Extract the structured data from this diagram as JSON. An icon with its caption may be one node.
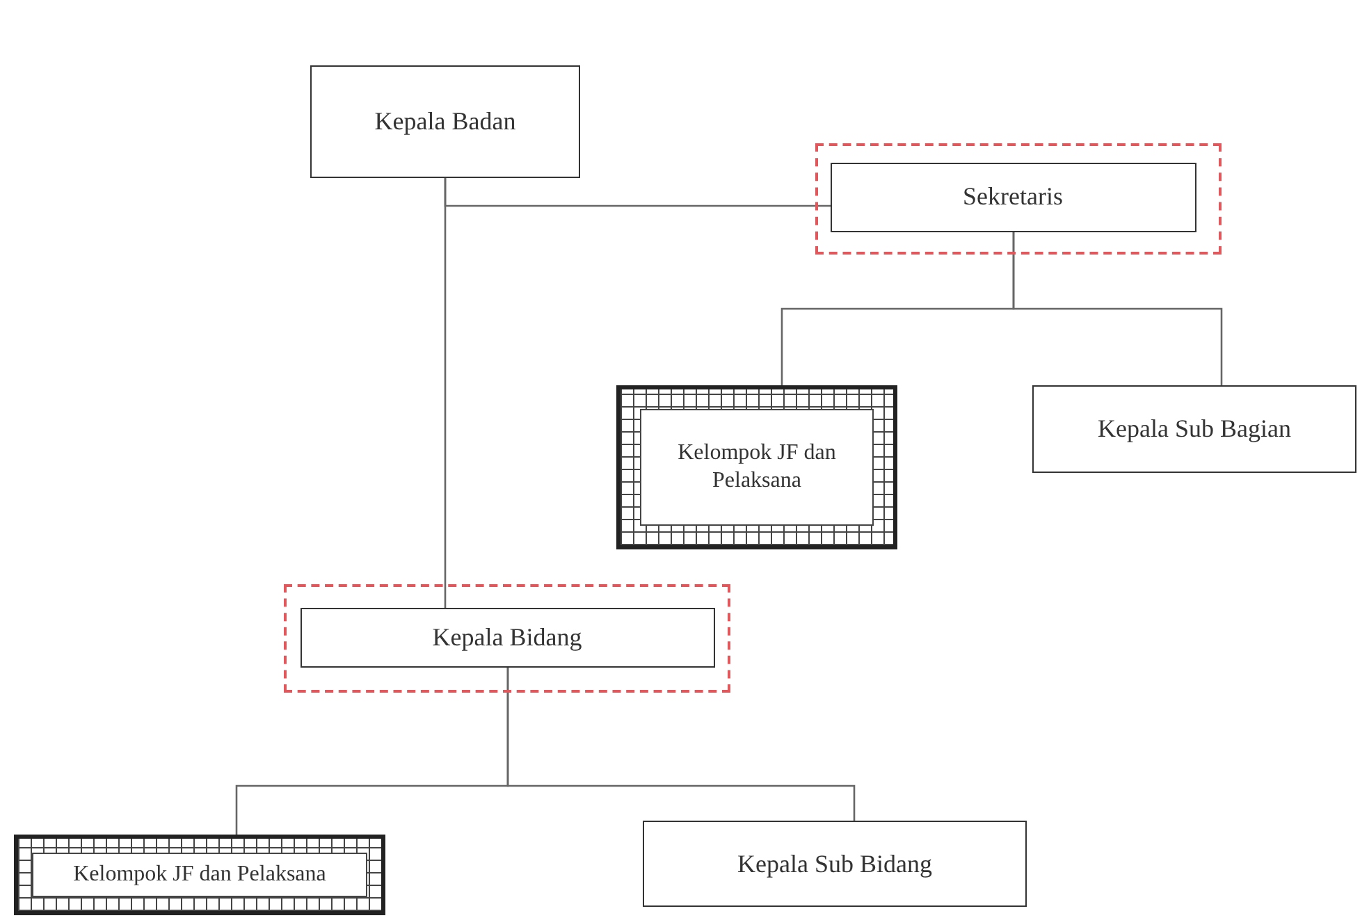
{
  "diagram": {
    "nodes": [
      {
        "text": [
          "Kepala Badan"
        ]
      },
      {
        "text": [],
        "shape": "box"
      },
      {
        "text": [
          "Sekretaris"
        ],
        "in": 1
      },
      {
        "text": [
          "Kelompok JF dan Pelaksana"
        ]
      },
      {
        "text": [
          "Kepala Sub Bagian"
        ]
      },
      {
        "text": [],
        "shape": "box"
      },
      {
        "text": [
          "Kepala Bidang"
        ],
        "in": 5
      },
      {
        "text": [
          "Kelompok JF dan Pelaksana"
        ]
      },
      {
        "text": [
          "Kepala Sub Bidang"
        ]
      }
    ],
    "edges": [
      {
        "from": 0,
        "to": 2,
        "arrow": "none"
      },
      {
        "from": 0,
        "to": 6,
        "arrow": "none"
      },
      {
        "from": 2,
        "to": 3,
        "arrow": "none"
      },
      {
        "from": 2,
        "to": 4,
        "arrow": "none"
      },
      {
        "from": 6,
        "to": 7,
        "arrow": "none"
      },
      {
        "from": 6,
        "to": 8,
        "arrow": "none"
      }
    ]
  }
}
